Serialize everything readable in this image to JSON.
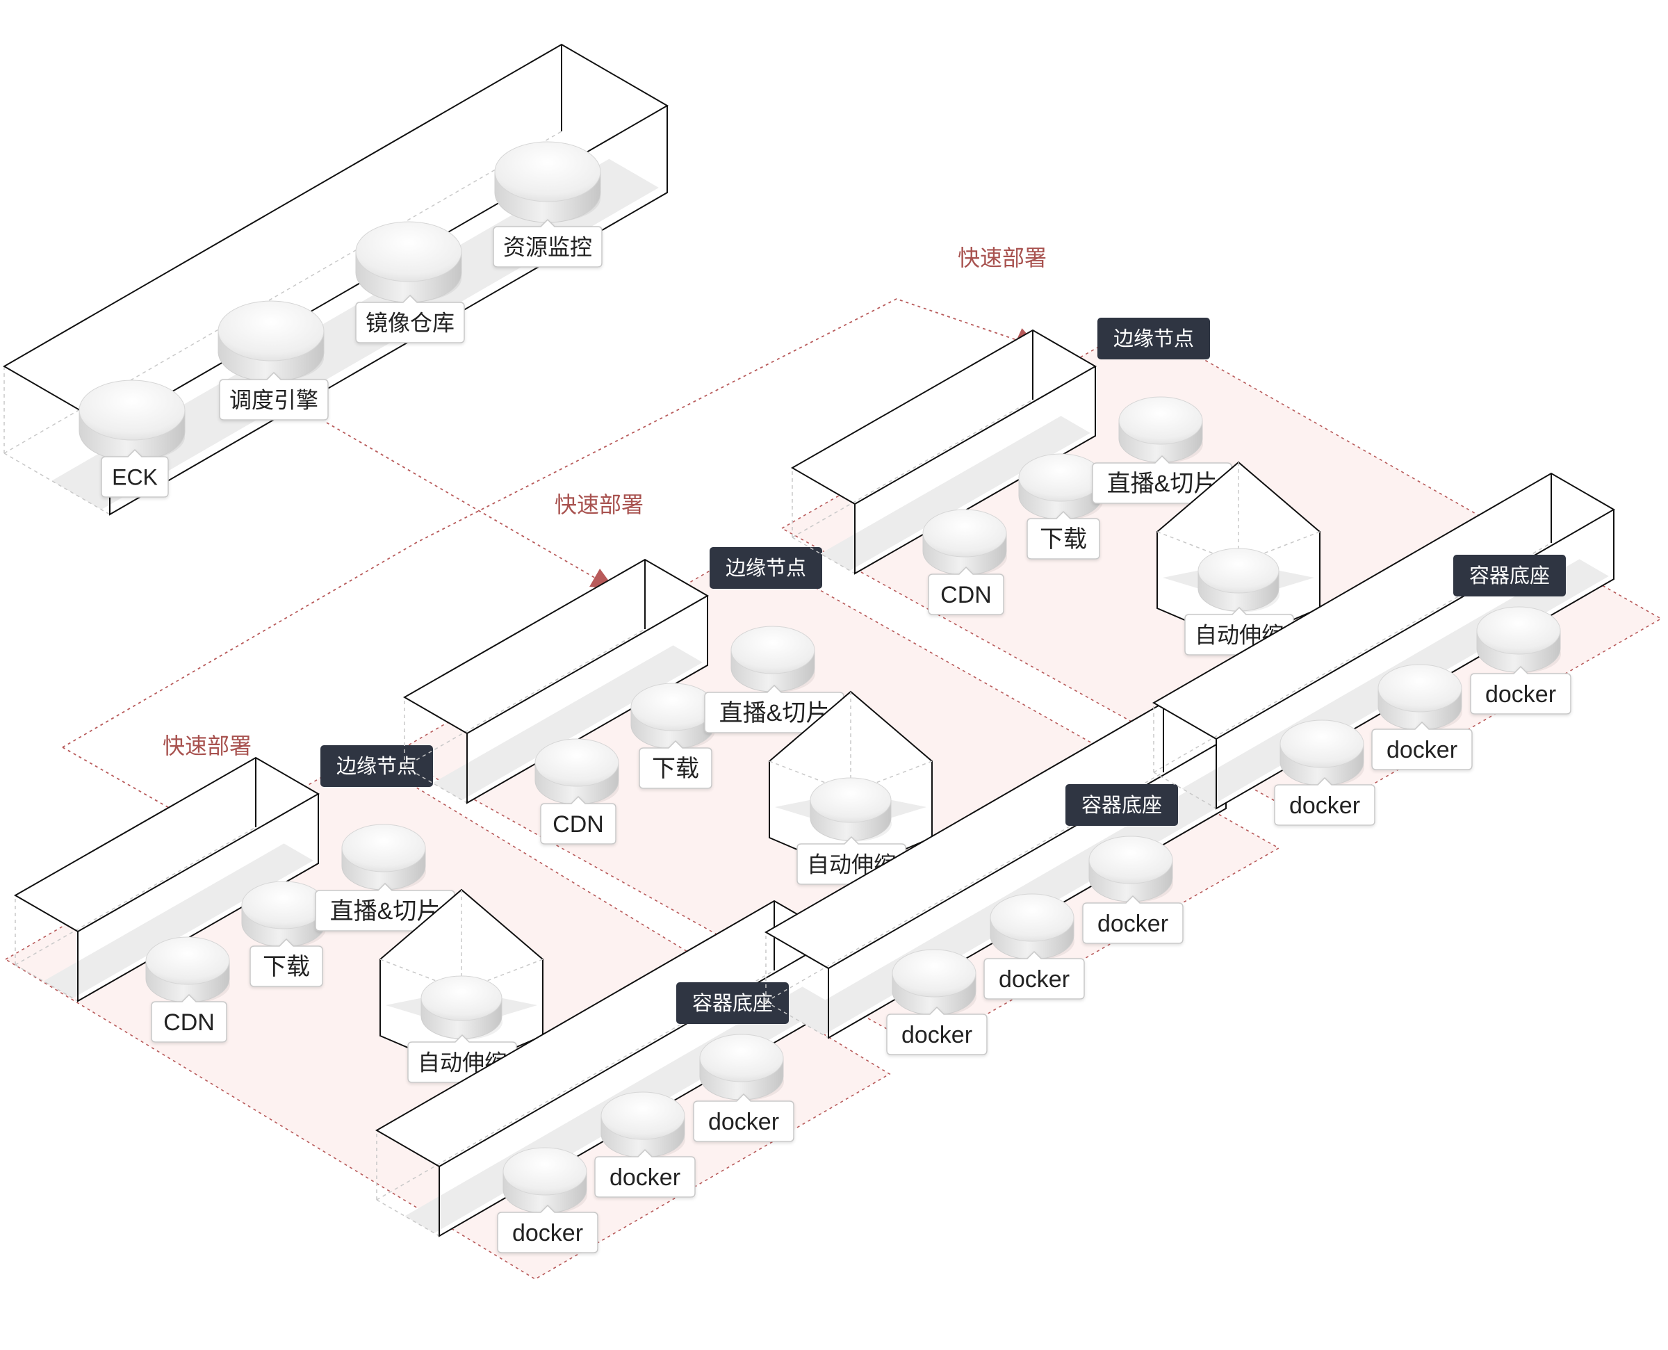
{
  "colors": {
    "background": "#ffffff",
    "box_outline": "#111111",
    "hidden_edge": "#c8c8c8",
    "floor": "#ececec",
    "zone_fill": "#fdf2f1",
    "deploy_line": "#b85a5a",
    "deploy_text": "#a8524f",
    "dark_tag_bg": "#2f3542",
    "dark_tag_text": "#ffffff",
    "label_bg": "#ffffff",
    "label_border": "#c8c8c8",
    "label_text": "#222222"
  },
  "cloud": {
    "services": [
      "ECK",
      "调度引擎",
      "镜像仓库",
      "资源监控"
    ]
  },
  "deploy_label": "快速部署",
  "clusters": [
    {
      "edge_node_title": "边缘节点",
      "edge_services": [
        "CDN",
        "下载",
        "直播&切片"
      ],
      "autoscale_label": "自动伸缩",
      "container_base_title": "容器底座",
      "containers": [
        "docker",
        "docker",
        "docker"
      ]
    },
    {
      "edge_node_title": "边缘节点",
      "edge_services": [
        "CDN",
        "下载",
        "直播&切片"
      ],
      "autoscale_label": "自动伸缩",
      "container_base_title": "容器底座",
      "containers": [
        "docker",
        "docker",
        "docker"
      ]
    },
    {
      "edge_node_title": "边缘节点",
      "edge_services": [
        "CDN",
        "下载",
        "直播&切片"
      ],
      "autoscale_label": "自动伸缩",
      "container_base_title": "容器底座",
      "containers": [
        "docker",
        "docker",
        "docker"
      ]
    }
  ]
}
